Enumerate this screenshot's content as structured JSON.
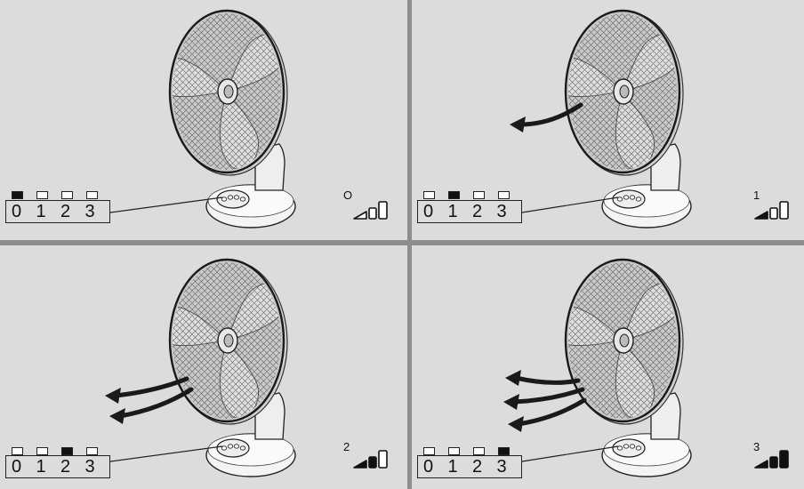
{
  "colors": {
    "panel_bg": "#dcdcdc",
    "divider": "#8e8e8e",
    "ink": "#111111",
    "arrow": "#1a1a1a"
  },
  "panels": [
    {
      "id": "p0",
      "labels": [
        "0",
        "1",
        "2",
        "3"
      ],
      "active": 0,
      "speed_label": "O",
      "arrows": 0,
      "filled_bars": 0
    },
    {
      "id": "p1",
      "labels": [
        "0",
        "1",
        "2",
        "3"
      ],
      "active": 1,
      "speed_label": "1",
      "arrows": 1,
      "filled_bars": 1
    },
    {
      "id": "p2",
      "labels": [
        "0",
        "1",
        "2",
        "3"
      ],
      "active": 2,
      "speed_label": "2",
      "arrows": 2,
      "filled_bars": 2
    },
    {
      "id": "p3",
      "labels": [
        "0",
        "1",
        "2",
        "3"
      ],
      "active": 3,
      "speed_label": "3",
      "arrows": 3,
      "filled_bars": 3
    }
  ]
}
